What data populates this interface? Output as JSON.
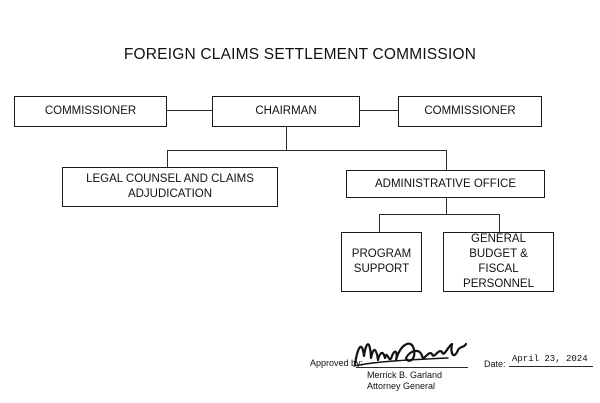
{
  "title": "FOREIGN CLAIMS SETTLEMENT COMMISSION",
  "org_chart": {
    "commissioner_left": "COMMISSIONER",
    "chairman": "CHAIRMAN",
    "commissioner_right": "COMMISSIONER",
    "legal_counsel": "LEGAL COUNSEL AND CLAIMS\nADJUDICATION",
    "administrative_office": "ADMINISTRATIVE OFFICE",
    "program_support": "PROGRAM\nSUPPORT",
    "general_budget": "GENERAL\nBUDGET & FISCAL\nPERSONNEL"
  },
  "approval": {
    "approved_by_label": "Approved by:",
    "signature_text": "Merrick Garland",
    "signer_name": "Merrick B. Garland",
    "signer_title": "Attorney General",
    "date_label": "Date:",
    "date_value": "April 23, 2024"
  }
}
